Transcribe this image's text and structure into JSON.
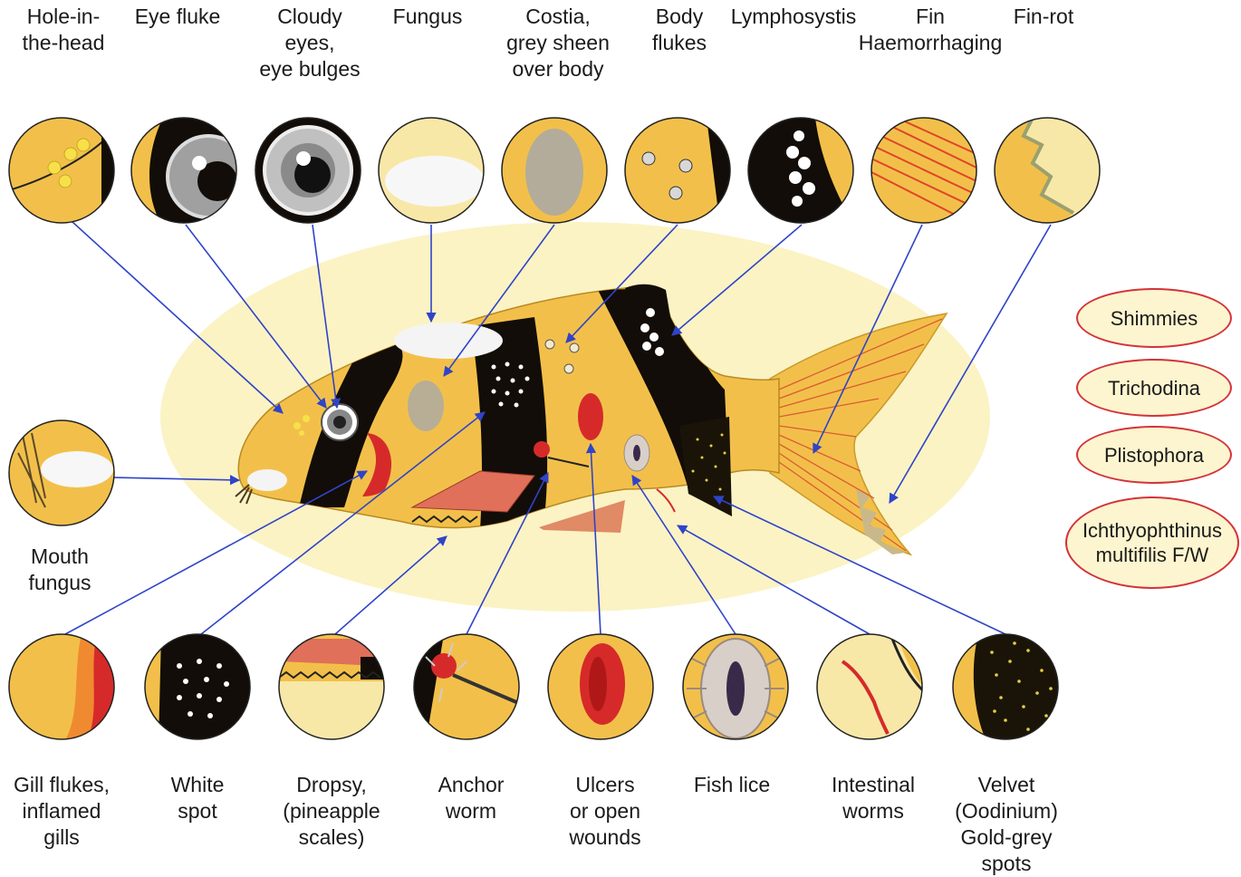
{
  "top_labels": [
    "Hole-in-\nthe-head",
    "Eye fluke",
    "Cloudy\neyes,\neye bulges",
    "Fungus",
    "Costia,\ngrey sheen\nover body",
    "Body\nflukes",
    "Lymphosystis",
    "Fin\nHaemorrhaging",
    "Fin-rot"
  ],
  "left_label": "Mouth\nfungus",
  "bottom_labels": [
    "Gill flukes,\ninflamed\ngills",
    "White\nspot",
    "Dropsy,\n(pineapple\nscales)",
    "Anchor\nworm",
    "Ulcers\nor open\nwounds",
    "Fish lice",
    "Intestinal\nworms",
    "Velvet\n(Oodinium)\nGold-grey\nspots"
  ],
  "side_conditions": [
    "Shimmies",
    "Trichodina",
    "Plistophora",
    "Ichthyophthinus\nmultifilis F/W"
  ],
  "colors": {
    "fish_body": "#f2c04a",
    "stripe": "#120d08",
    "glow": "#fbf3c4",
    "arrow": "#2f44c8",
    "pill_border": "#d4333a",
    "wound_red": "#d62a2a"
  }
}
